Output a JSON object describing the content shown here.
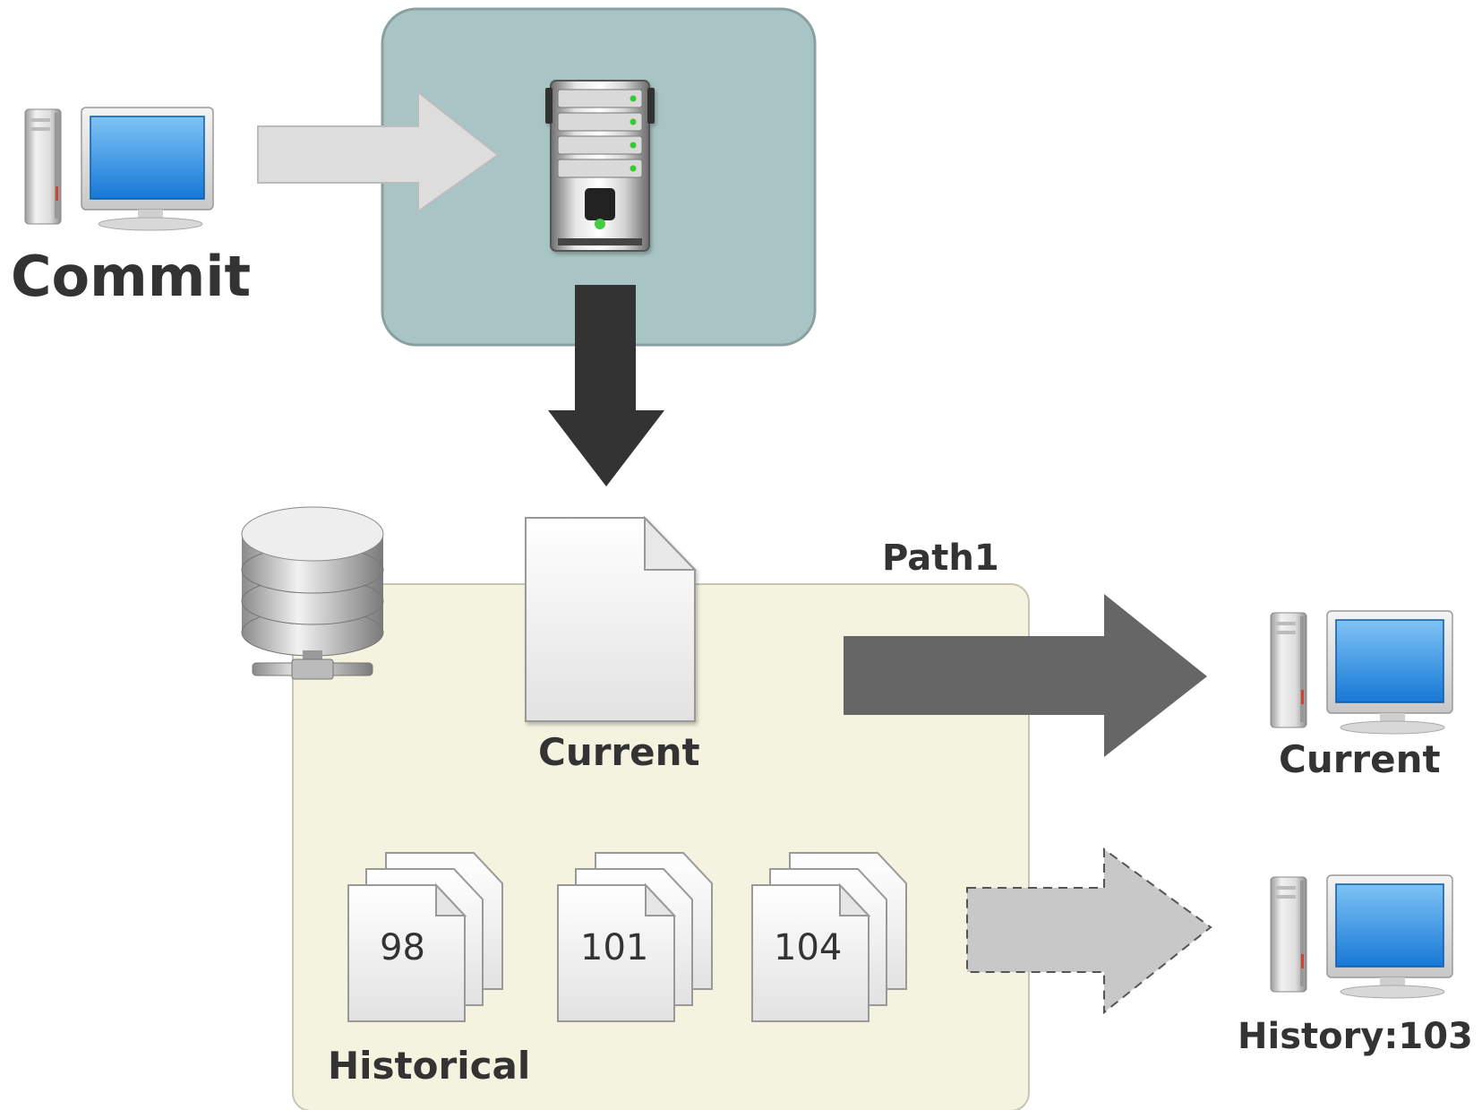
{
  "diagram": {
    "commit_label": "Commit",
    "path_label": "Path1",
    "current_file_label": "Current",
    "historical_label": "Historical",
    "history_versions": [
      "98",
      "101",
      "104"
    ],
    "client_current_label": "Current",
    "client_history_label": "History:103"
  },
  "colors": {
    "server_panel": "#a9c4c4",
    "repo_panel": "#f4f3e0",
    "dark_arrow": "#333333",
    "mid_arrow": "#666666",
    "light_arrow": "#dddddd",
    "dashed_arrow": "#c8c8c8"
  },
  "icons": [
    "computer-icon",
    "server-icon",
    "database-icon",
    "document-icon",
    "document-stack-icon"
  ]
}
